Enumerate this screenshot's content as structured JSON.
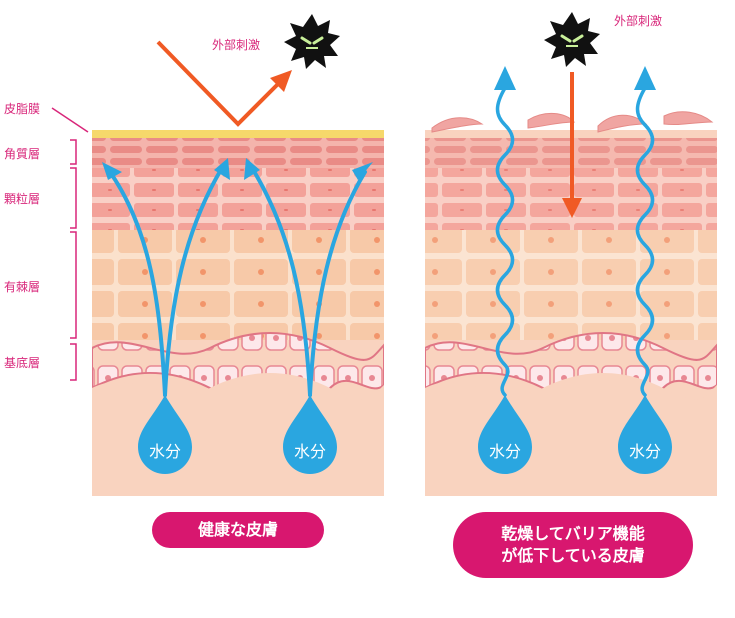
{
  "layers": {
    "sebum": "皮脂膜",
    "corneum": "角質層",
    "granular": "顆粒層",
    "spinous": "有棘層",
    "basal": "基底層"
  },
  "external_stimulus": "外部刺激",
  "water": "水分",
  "captions": {
    "healthy": "健康な皮膚",
    "dry_line1": "乾燥してバリア機能",
    "dry_line2": "が低下している皮膚"
  },
  "colors": {
    "magenta": "#d8176f",
    "water_blue": "#2aa6e0",
    "arrow_orange": "#f05a24",
    "sebum_yellow": "#f6d86b"
  }
}
